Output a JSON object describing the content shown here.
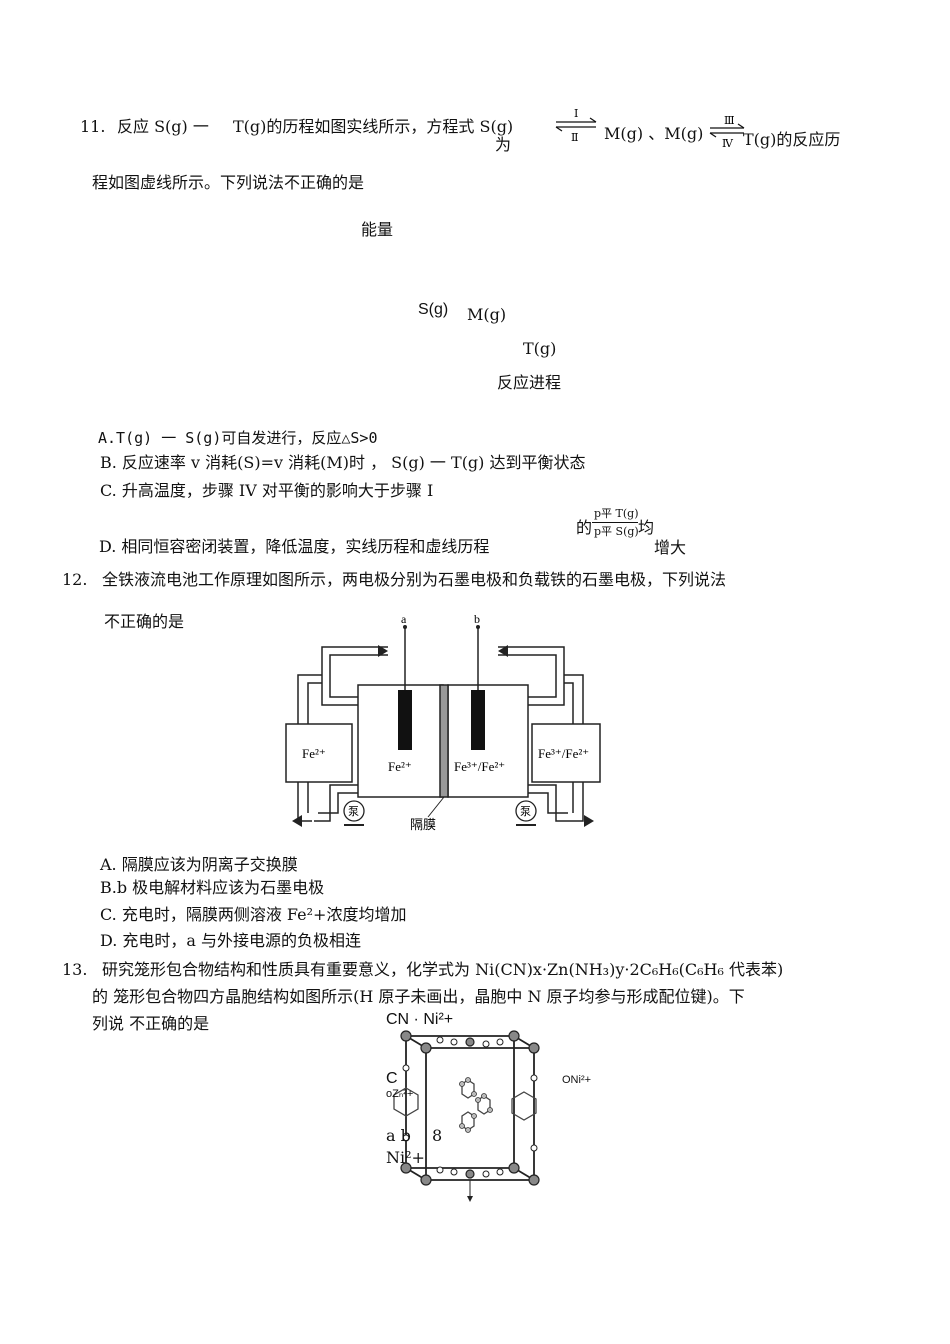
{
  "q11": {
    "num": "11.",
    "t1": "反应 S(g) 一",
    "t2": "T(g)的历程如图实线所示，方程式 S(g)",
    "wei": "为",
    "arrow1_top": "Ⅰ",
    "arrow1_bottom": "Ⅱ",
    "t3": "M(g) 、M(g)",
    "arrow2_top": "Ⅲ",
    "arrow2_bottom": "Ⅳ",
    "t4": "T(g)的反应历",
    "line2": "程如图虚线所示。下列说法不正确的是",
    "fig": {
      "energy": "能量",
      "s": "S(g)",
      "m": "M(g)",
      "t": "T(g)",
      "progress": "反应进程"
    },
    "optA": "A.T(g)  一  S(g)可自发进行，反应△S>0",
    "optB": "B.  反应速率 v 消耗(S)=v  消耗(M)时 ， S(g) 一   T(g) 达到平衡状态",
    "optC": "C.  升高温度，步骤 IV 对平衡的影响大于步骤 I",
    "optD_text": "D.   相同恒容密闭装置，降低温度，实线历程和虚线历程",
    "optD_de": "的",
    "frac_num": "p平 T(g)",
    "frac_den": "p平 S(g)",
    "optD_jun": "均",
    "optD_end": "增大"
  },
  "q12": {
    "num": "12.",
    "line1": "全铁液流电池工作原理如图所示，两电极分别为石墨电极和负载铁的石墨电极，下列说法",
    "line2": "不正确的是",
    "fig": {
      "a": "a",
      "b": "b",
      "left_tank": "Fe²⁺",
      "left_cell": "Fe²⁺",
      "right_cell": "Fe³⁺/Fe²⁺",
      "right_tank": "Fe³⁺/Fe²⁺",
      "pump1": "泵",
      "pump2": "泵",
      "membrane": "隔膜"
    },
    "optA": "A.   隔膜应该为阴离子交换膜",
    "optB": "B.b   极电解材料应该为石墨电极",
    "optC": "C.  充电时，隔膜两侧溶液 Fe²+浓度均增加",
    "optD": "D.   充电时，a 与外接电源的负极相连"
  },
  "q13": {
    "num": "13.",
    "line1": "研究笼形包合物结构和性质具有重要意义，化学式为 Ni(CN)x·Zn(NH₃)y·2C₆H₆(C₆H₆ 代表苯)",
    "line2": "的 笼形包合物四方晶胞结构如图所示(H  原子未画出，晶胞中 N  原子均参与形成配位键)。下",
    "line3": "列说  不正确的是",
    "fig": {
      "cn": "CN · Ni²+",
      "c": "C",
      "oz": "oZₙ²+",
      "ab": "a b",
      "eight": "8",
      "ni": "Ni²+",
      "oni": "ONi²+"
    }
  }
}
